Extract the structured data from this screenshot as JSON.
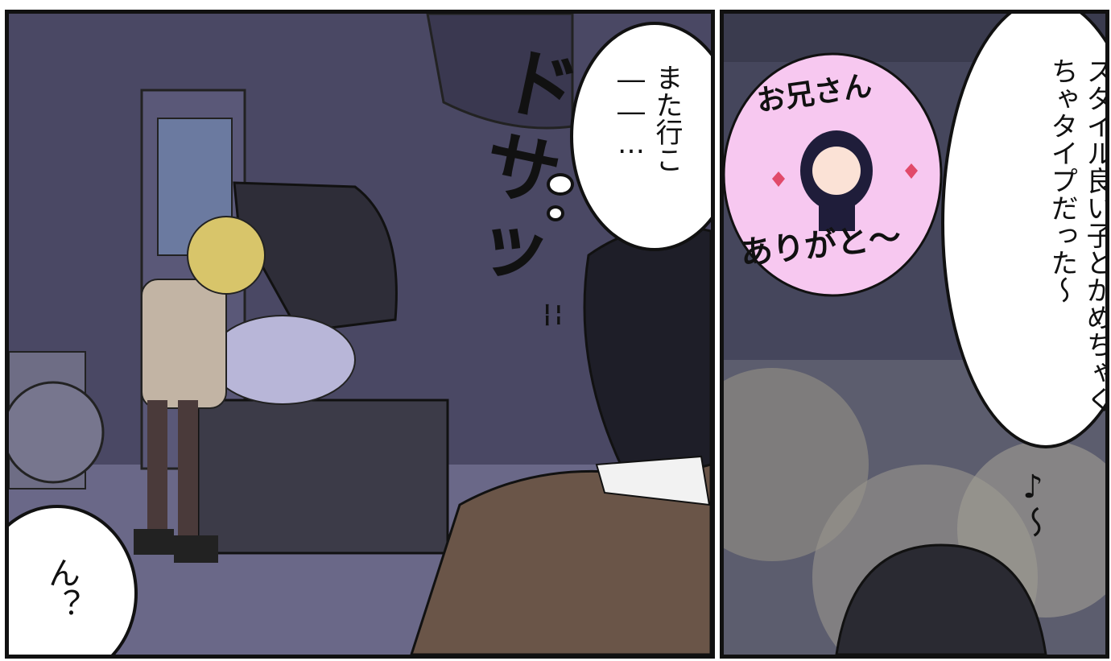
{
  "left_panel": {
    "bubble_thought": "また行こ――…",
    "bubble_bottom": "ん？",
    "sfx_main": "ドサッ",
    "sfx_small": "ﾆﾆ"
  },
  "right_panel": {
    "speech": "スタイル良い子とかめちゃくちゃタイプだった～",
    "bunny_girl_top": "お兄さん",
    "bunny_girl_bottom": "ありがと～",
    "music_note": "♪～"
  },
  "colors": {
    "night_wall": "#4a4864",
    "right_bg": "#45465c",
    "outline": "#111111",
    "pink_glow": "#f7c8f0"
  }
}
